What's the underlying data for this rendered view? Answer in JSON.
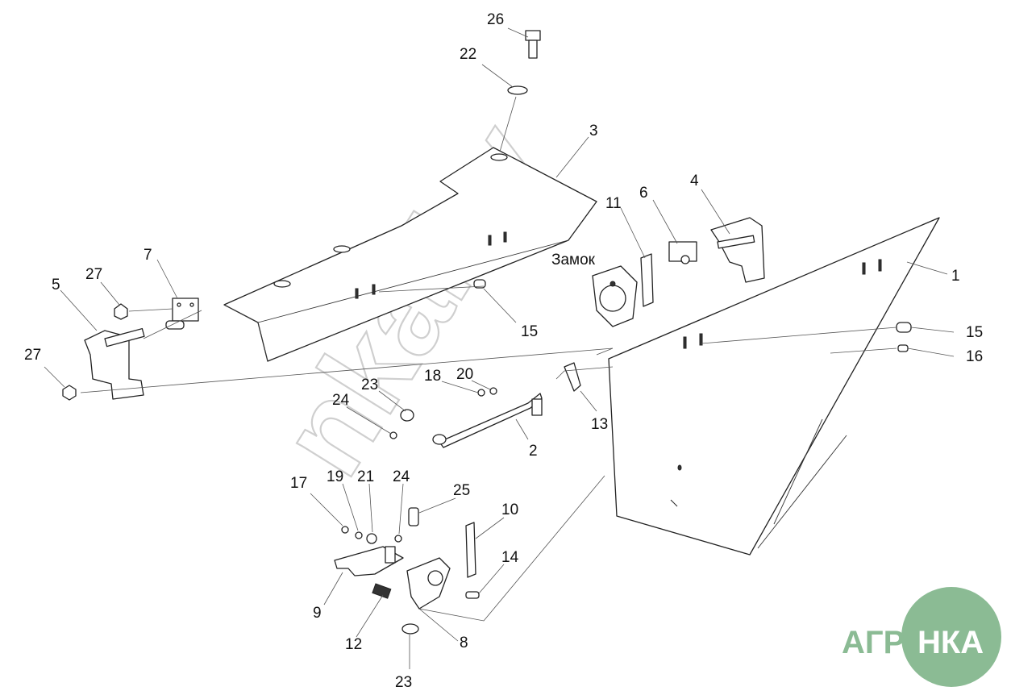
{
  "diagram": {
    "labels": {
      "l1": "1",
      "l2": "2",
      "l3": "3",
      "l4": "4",
      "l5": "5",
      "l6": "6",
      "l7": "7",
      "l8": "8",
      "l9": "9",
      "l10": "10",
      "l11": "11",
      "l12": "12",
      "l13": "13",
      "l14": "14",
      "l15a": "15",
      "l15b": "15",
      "l16": "16",
      "l17": "17",
      "l18": "18",
      "l19": "19",
      "l20": "20",
      "l21": "21",
      "l22": "22",
      "l23a": "23",
      "l23b": "23",
      "l24a": "24",
      "l24b": "24",
      "l25": "25",
      "l26": "26",
      "l27a": "27",
      "l27b": "27",
      "lock": "Замок"
    },
    "watermark": "nka.by",
    "logo": {
      "left": "АГРО",
      "right": "НКА",
      "bg_color": "#8bbb94",
      "text_color": "#8bbb94",
      "inner_text_color": "#ffffff"
    }
  }
}
